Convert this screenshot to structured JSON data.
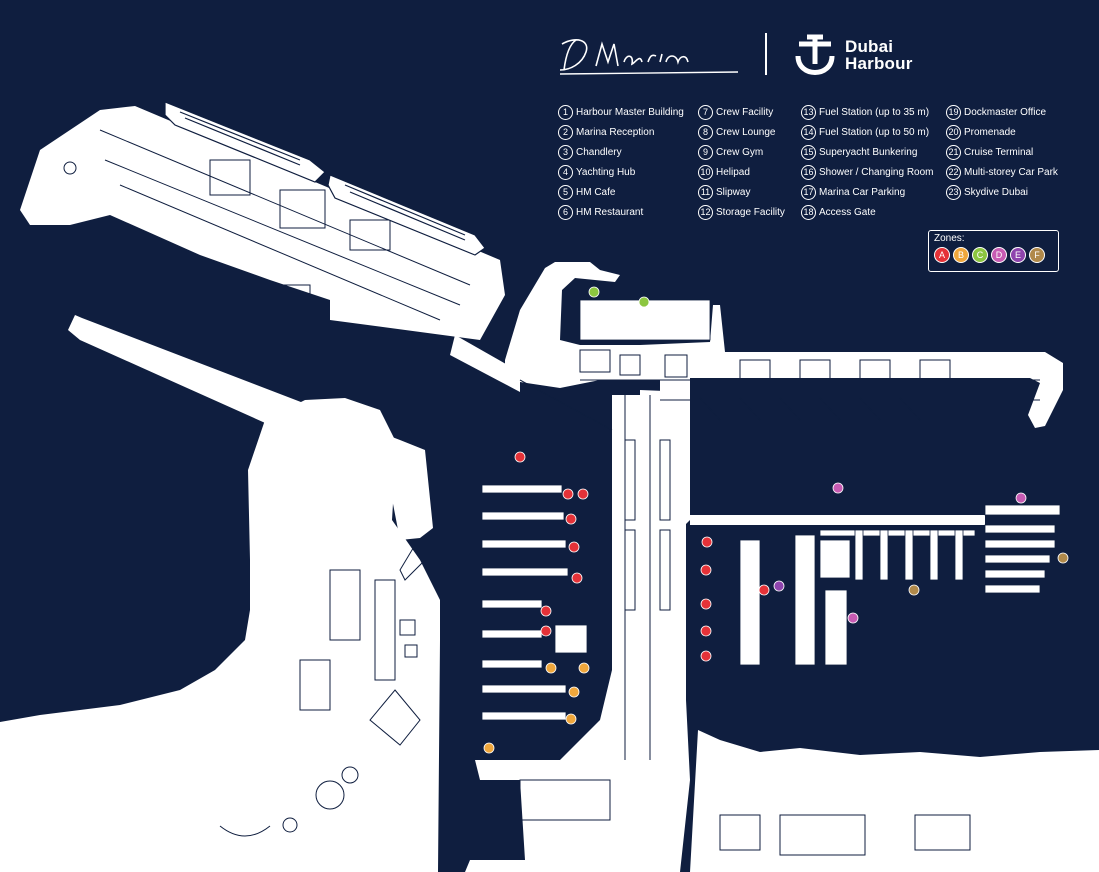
{
  "brand": {
    "dmarin_logo_text": "D Marin",
    "dubai_harbour_line1": "Dubai",
    "dubai_harbour_line2": "Harbour"
  },
  "legend": {
    "columns": [
      [
        {
          "num": "1",
          "label": "Harbour Master Building"
        },
        {
          "num": "2",
          "label": "Marina Reception"
        },
        {
          "num": "3",
          "label": "Chandlery"
        },
        {
          "num": "4",
          "label": "Yachting Hub"
        },
        {
          "num": "5",
          "label": "HM Cafe"
        },
        {
          "num": "6",
          "label": "HM Restaurant"
        }
      ],
      [
        {
          "num": "7",
          "label": "Crew Facility"
        },
        {
          "num": "8",
          "label": "Crew Lounge"
        },
        {
          "num": "9",
          "label": "Crew Gym"
        },
        {
          "num": "10",
          "label": "Helipad"
        },
        {
          "num": "11",
          "label": "Slipway"
        },
        {
          "num": "12",
          "label": "Storage Facility"
        }
      ],
      [
        {
          "num": "13",
          "label": "Fuel Station (up to 35 m)"
        },
        {
          "num": "14",
          "label": "Fuel Station (up to 50 m)"
        },
        {
          "num": "15",
          "label": "Superyacht Bunkering"
        },
        {
          "num": "16",
          "label": "Shower / Changing Room"
        },
        {
          "num": "17",
          "label": "Marina Car Parking"
        },
        {
          "num": "18",
          "label": "Access Gate"
        }
      ],
      [
        {
          "num": "19",
          "label": "Dockmaster Office"
        },
        {
          "num": "20",
          "label": "Promenade"
        },
        {
          "num": "21",
          "label": "Cruise Terminal"
        },
        {
          "num": "22",
          "label": "Multi-storey Car Park"
        },
        {
          "num": "23",
          "label": "Skydive Dubai"
        }
      ]
    ]
  },
  "zones": {
    "title": "Zones:",
    "items": [
      {
        "letter": "A",
        "color": "#e53238"
      },
      {
        "letter": "B",
        "color": "#f0a73c"
      },
      {
        "letter": "C",
        "color": "#8cc63f"
      },
      {
        "letter": "D",
        "color": "#c75bb3"
      },
      {
        "letter": "E",
        "color": "#8e44ad"
      },
      {
        "letter": "F",
        "color": "#b0894a"
      }
    ]
  },
  "colors": {
    "water": "#0f1e3f",
    "land": "#ffffff",
    "outline": "#0f1e3f"
  }
}
